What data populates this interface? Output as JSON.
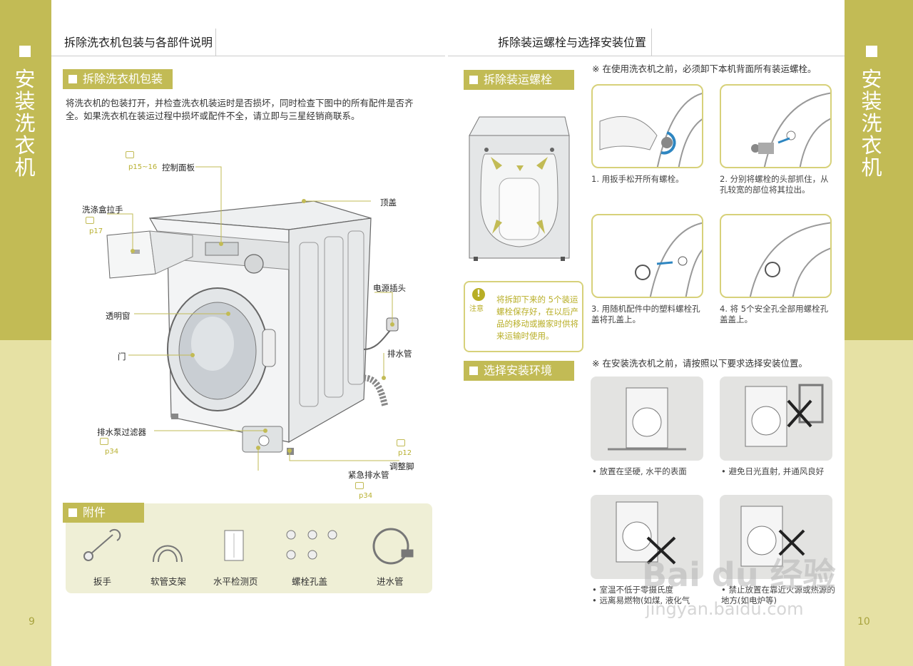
{
  "side": {
    "left_title": "安装洗衣机",
    "right_title": "安装洗衣机",
    "left_page": "9",
    "right_page": "10"
  },
  "left": {
    "header": "拆除洗衣机包装与各部件说明",
    "section_unpack": "拆除洗衣机包装",
    "intro": "将洗衣机的包装打开，并检查洗衣机装运时是否损坏，同时检查下图中的所有配件是否齐全。如果洗衣机在装运过程中损坏或配件不全，请立即与三星经销商联系。",
    "parts": {
      "control_panel": "控制面板",
      "control_panel_ref": "p15~16",
      "top_cover": "顶盖",
      "drawer_handle": "洗涤盒拉手",
      "drawer_handle_ref": "p17",
      "power_plug": "电源插头",
      "window": "透明窗",
      "door": "门",
      "drain_hose": "排水管",
      "pump_filter": "排水泵过滤器",
      "pump_filter_ref": "p34",
      "leveling_foot": "调整脚",
      "leveling_foot_ref": "p12",
      "emergency_drain": "紧急排水管",
      "emergency_drain_ref": "p34"
    },
    "section_accessories": "附件",
    "accessories": [
      "扳手",
      "软管支架",
      "水平检测页",
      "螺栓孔盖",
      "进水管"
    ]
  },
  "right": {
    "header": "拆除装运螺栓与选择安装位置",
    "section_bolts": "拆除装运螺栓",
    "note_bolts": "※ 在使用洗衣机之前，必须卸下本机背面所有装运螺栓。",
    "caution_label": "注意",
    "caution_text": "将拆卸下来的 5个装运螺栓保存好，在以后产品的移动或搬家时供将来运输时使用。",
    "steps": [
      "1. 用扳手松开所有螺栓。",
      "2. 分别将螺栓的头部抓住，从孔较宽的部位将其拉出。",
      "3. 用随机配件中的塑料螺栓孔盖将孔盖上。",
      "4. 将 5个安全孔全部用螺栓孔盖盖上。"
    ],
    "section_location": "选择安装环境",
    "note_location": "※ 在安装洗衣机之前，请按照以下要求选择安装位置。",
    "locations": [
      "• 放置在坚硬, 水平的表面",
      "• 避免日光直射, 并通风良好",
      "• 室温不低于零摄氏度\n• 远离易燃物(如煤, 液化气",
      "• 禁止放置在靠近火源或热源的地方(如电炉等)"
    ]
  },
  "watermark": {
    "main": "Bai du 经验",
    "sub": "jingyan.baidu.com"
  },
  "colors": {
    "accent": "#c2bb55",
    "accent_light": "#e6e1a4",
    "caution": "#b8ae26"
  }
}
